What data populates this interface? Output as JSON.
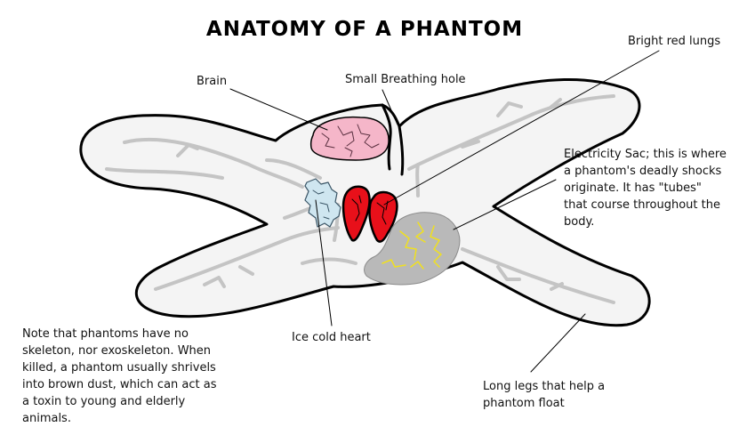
{
  "title": "ANATOMY OF A PHANTOM",
  "labels": {
    "brain": "Brain",
    "breathing_hole": "Small Breathing hole",
    "lungs": "Bright red lungs",
    "heart": "Ice cold heart",
    "electricity_sac": [
      "Electricity Sac; this is where",
      "a phantom's deadly shocks",
      "originate. It has \"tubes\"",
      "that course throughout the",
      "body."
    ],
    "legs": [
      "Long legs that help a",
      "phantom float"
    ],
    "note": [
      "Note that phantoms have no",
      "skeleton, nor exoskeleton. When",
      "killed, a phantom usually shrivels",
      "into brown dust, which can act as",
      "a toxin to young and elderly",
      "animals."
    ]
  },
  "colors": {
    "outline": "#000000",
    "body": "#f4f4f4",
    "tubes": "#c4c4c4",
    "brain": "#f5b6c9",
    "lungs": "#e8101a",
    "heart": "#cfe6f0",
    "sac": "#b9b9b9",
    "sparks": "#f0e020"
  }
}
